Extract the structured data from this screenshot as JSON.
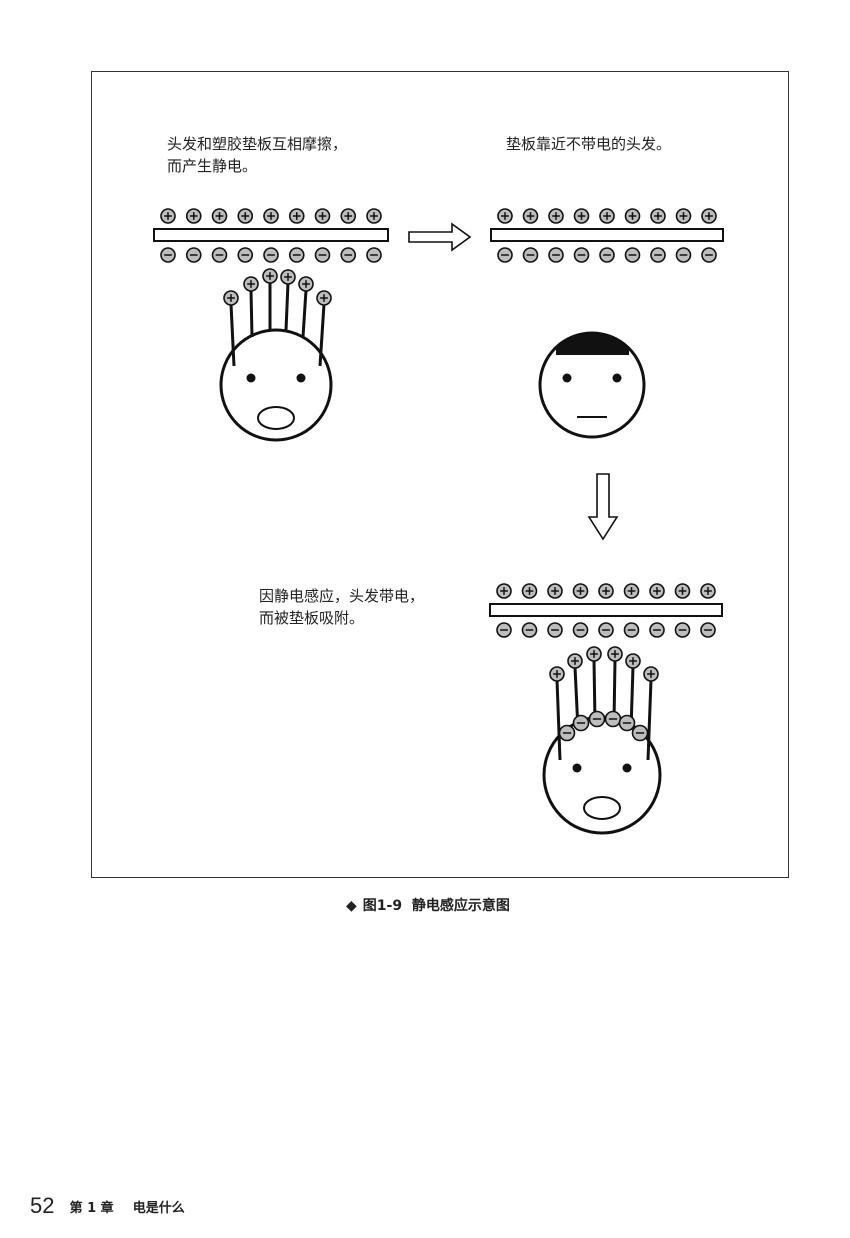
{
  "figure": {
    "panels": [
      {
        "id": "rubbing",
        "text": "头发和塑胶垫板互相摩擦，\n而产生静电。",
        "hair_state": "charged-standing",
        "mouth": "open"
      },
      {
        "id": "approach",
        "text": "垫板靠近不带电的头发。",
        "hair_state": "neutral",
        "mouth": "flat"
      },
      {
        "id": "induction",
        "text": "因静电感应，头发带电，\n而被垫板吸附。",
        "hair_state": "induced-attracted",
        "mouth": "open"
      }
    ],
    "board": {
      "charges_per_side": 9,
      "top_sign": "+",
      "bottom_sign": "−"
    },
    "hair_strands": 6,
    "arrows": [
      {
        "direction": "right",
        "from": "rubbing",
        "to": "approach"
      },
      {
        "direction": "down",
        "from": "approach",
        "to": "induction"
      }
    ],
    "caption": {
      "marker": "◆",
      "number": "图1-9",
      "title": "静电感应示意图"
    }
  },
  "footer": {
    "page_number": "52",
    "chapter": "第 1 章",
    "chapter_title": "电是什么"
  }
}
